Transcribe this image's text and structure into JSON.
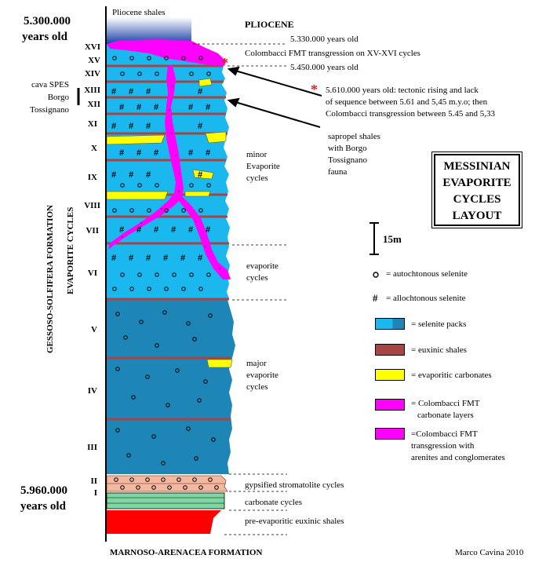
{
  "ages": {
    "top": {
      "value": "5.300.000",
      "unit": "years old"
    },
    "bottom": {
      "value": "5.960.000",
      "unit": "years old"
    }
  },
  "formations": {
    "top_label": "Pliocene shales",
    "pliocene": "PLIOCENE",
    "bottom": "MARNOSO-ARENACEA FORMATION",
    "vertical_1": "GESSOSO-SOLFIFERA FORMATION",
    "vertical_2": "EVAPORITE CYCLES"
  },
  "cycles": [
    "XVI",
    "XV",
    "XIV",
    "XIII",
    "XII",
    "XI",
    "X",
    "IX",
    "VIII",
    "VII",
    "VI",
    "V",
    "IV",
    "III",
    "II",
    "I"
  ],
  "site_label": [
    "cava SPES",
    "Borgo",
    "Tossignano"
  ],
  "annotations": {
    "a1": "5.330.000 years old",
    "a2": "Colombacci FMT transgression  on XV-XVI cycles",
    "a3": "5.450.000 years old",
    "a4_1": "5.610.000 years old: tectonic rising and lack",
    "a4_2": "of sequence between 5.61 and 5,45 m.y.o; then",
    "a4_3": "Colombacci transgression between 5.45 and 5,33",
    "a5": [
      "sapropel shales",
      "with Borgo",
      "Tossignano",
      "fauna"
    ],
    "minor": [
      "minor",
      "Evaporite",
      "cycles"
    ],
    "evap": [
      "evaporite",
      "cycles"
    ],
    "major": [
      "major",
      "evaporite",
      "cycles"
    ],
    "stromatolite": "gypsified stromatolite cycles",
    "carbonate": "carbonate cycles",
    "preevap": "pre-evaporitic euxinic shales"
  },
  "title": [
    "MESSINIAN",
    "EVAPORITE",
    "CYCLES",
    "LAYOUT"
  ],
  "scale_label": "15m",
  "legend": {
    "autochtonous": "= autochtonous selenite",
    "allochtonous": "= allochtonous selenite",
    "selenite": "= selenite packs",
    "euxinic": "= euxinic shales",
    "carbonates": "= evaporitic carbonates",
    "colombacci_1": "= Colombacci FMT",
    "colombacci_2": "carbonate layers",
    "transgression_1": "=Colombacci FMT",
    "transgression_2": "transgression with",
    "transgression_3": "arenites and conglomerates"
  },
  "author": "Marco Cavina 2010",
  "colors": {
    "selenite_light": "#1ab8ee",
    "selenite_dark": "#1e86b6",
    "euxinic": "#a94444",
    "carbonate": "#ffff00",
    "colombacci": "#ff00ff",
    "stromatolite": "#f4b8a0",
    "carbonate_cycles": "#7ed6a0",
    "preevap": "#ff0000",
    "pliocene": "#1a3fa8",
    "asterisk": "#e02020"
  }
}
